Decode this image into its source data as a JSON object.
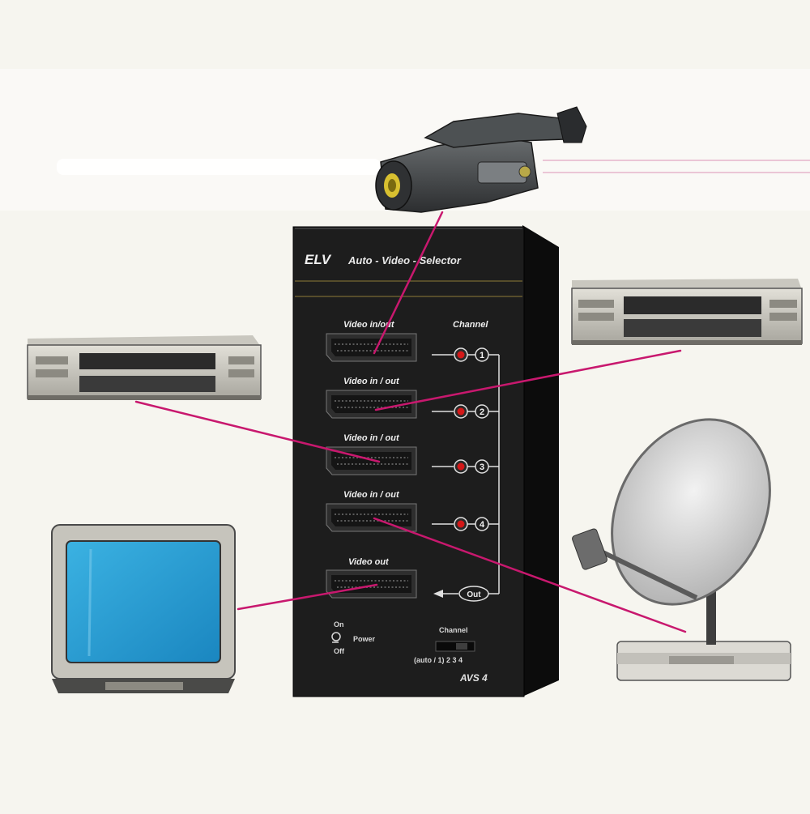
{
  "device": {
    "brand": "ELV",
    "title": "Auto - Video - Selector",
    "model": "AVS 4",
    "channel_heading": "Channel",
    "port_labels": [
      "Video in/out",
      "Video in / out",
      "Video in / out",
      "Video in / out"
    ],
    "output_label": "Video out",
    "channel_numbers": [
      "1",
      "2",
      "3",
      "4"
    ],
    "out_label": "Out",
    "power": {
      "on": "On",
      "label": "Power",
      "off": "Off"
    },
    "switch": {
      "heading": "Channel",
      "positions": "(auto / 1) 2 3 4"
    }
  },
  "colors": {
    "connector_line": "#c8186e",
    "device_body": "#1d1d1d",
    "led": "#d41818",
    "tv_screen": "#2aa0d6",
    "background": "#f6f5ef"
  }
}
